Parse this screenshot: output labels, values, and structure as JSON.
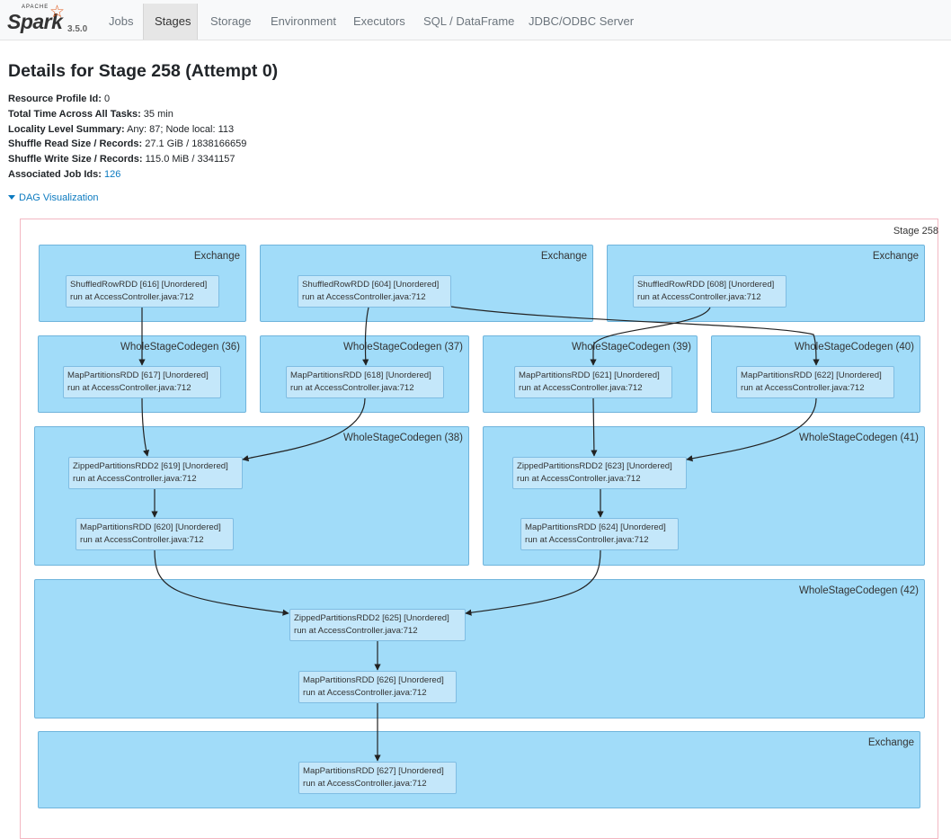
{
  "logo": {
    "apache": "APACHE",
    "spark": "Spark",
    "version": "3.5.0"
  },
  "nav": [
    "Jobs",
    "Stages",
    "Storage",
    "Environment",
    "Executors",
    "SQL / DataFrame",
    "JDBC/ODBC Server"
  ],
  "title": "Details for Stage 258 (Attempt 0)",
  "summary": [
    {
      "label": "Resource Profile Id:",
      "value": "0"
    },
    {
      "label": "Total Time Across All Tasks:",
      "value": "35 min"
    },
    {
      "label": "Locality Level Summary:",
      "value": "Any: 87; Node local: 113"
    },
    {
      "label": "Shuffle Read Size / Records:",
      "value": "27.1 GiB / 1838166659"
    },
    {
      "label": "Shuffle Write Size / Records:",
      "value": "115.0 MiB / 3341157"
    },
    {
      "label": "Associated Job Ids:",
      "value": "126"
    }
  ],
  "dag_toggle": "DAG Visualization",
  "stage_label": "Stage 258",
  "clusters": {
    "ex1": "Exchange",
    "ex2": "Exchange",
    "ex3": "Exchange",
    "wsc36": "WholeStageCodegen (36)",
    "wsc37": "WholeStageCodegen (37)",
    "wsc39": "WholeStageCodegen (39)",
    "wsc40": "WholeStageCodegen (40)",
    "wsc38": "WholeStageCodegen (38)",
    "wsc41": "WholeStageCodegen (41)",
    "wsc42": "WholeStageCodegen (42)",
    "ex4": "Exchange"
  },
  "nodes": {
    "n616": {
      "name": "ShuffledRowRDD [616] [Unordered]",
      "site": "run at AccessController.java:712"
    },
    "n604": {
      "name": "ShuffledRowRDD [604] [Unordered]",
      "site": "run at AccessController.java:712"
    },
    "n608": {
      "name": "ShuffledRowRDD [608] [Unordered]",
      "site": "run at AccessController.java:712"
    },
    "n617": {
      "name": "MapPartitionsRDD [617] [Unordered]",
      "site": "run at AccessController.java:712"
    },
    "n618": {
      "name": "MapPartitionsRDD [618] [Unordered]",
      "site": "run at AccessController.java:712"
    },
    "n621": {
      "name": "MapPartitionsRDD [621] [Unordered]",
      "site": "run at AccessController.java:712"
    },
    "n622": {
      "name": "MapPartitionsRDD [622] [Unordered]",
      "site": "run at AccessController.java:712"
    },
    "n619": {
      "name": "ZippedPartitionsRDD2 [619] [Unordered]",
      "site": "run at AccessController.java:712"
    },
    "n623": {
      "name": "ZippedPartitionsRDD2 [623] [Unordered]",
      "site": "run at AccessController.java:712"
    },
    "n620": {
      "name": "MapPartitionsRDD [620] [Unordered]",
      "site": "run at AccessController.java:712"
    },
    "n624": {
      "name": "MapPartitionsRDD [624] [Unordered]",
      "site": "run at AccessController.java:712"
    },
    "n625": {
      "name": "ZippedPartitionsRDD2 [625] [Unordered]",
      "site": "run at AccessController.java:712"
    },
    "n626": {
      "name": "MapPartitionsRDD [626] [Unordered]",
      "site": "run at AccessController.java:712"
    },
    "n627": {
      "name": "MapPartitionsRDD [627] [Unordered]",
      "site": "run at AccessController.java:712"
    }
  }
}
